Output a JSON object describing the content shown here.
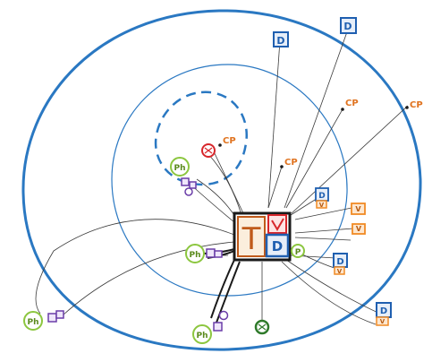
{
  "diagram": {
    "center": {
      "main_letter": "T",
      "d_label": "D",
      "p_label": "P"
    },
    "colors": {
      "outer_ring": "#2a78c2",
      "inner_ring": "#2a78c2",
      "dashed_ring": "#2a78c2",
      "connector": "#3b3b3b",
      "ph_green": "#8cc63f",
      "cp_orange": "#e0731f",
      "d_blue": "#1f5fb0",
      "v_orange": "#f08a24",
      "purple": "#6a3da8",
      "red": "#d7262b",
      "dark_green": "#2f7a2a"
    },
    "labels": {
      "ph": "Ph",
      "cp": "CP",
      "d": "D",
      "v": "V",
      "p": "P"
    }
  }
}
